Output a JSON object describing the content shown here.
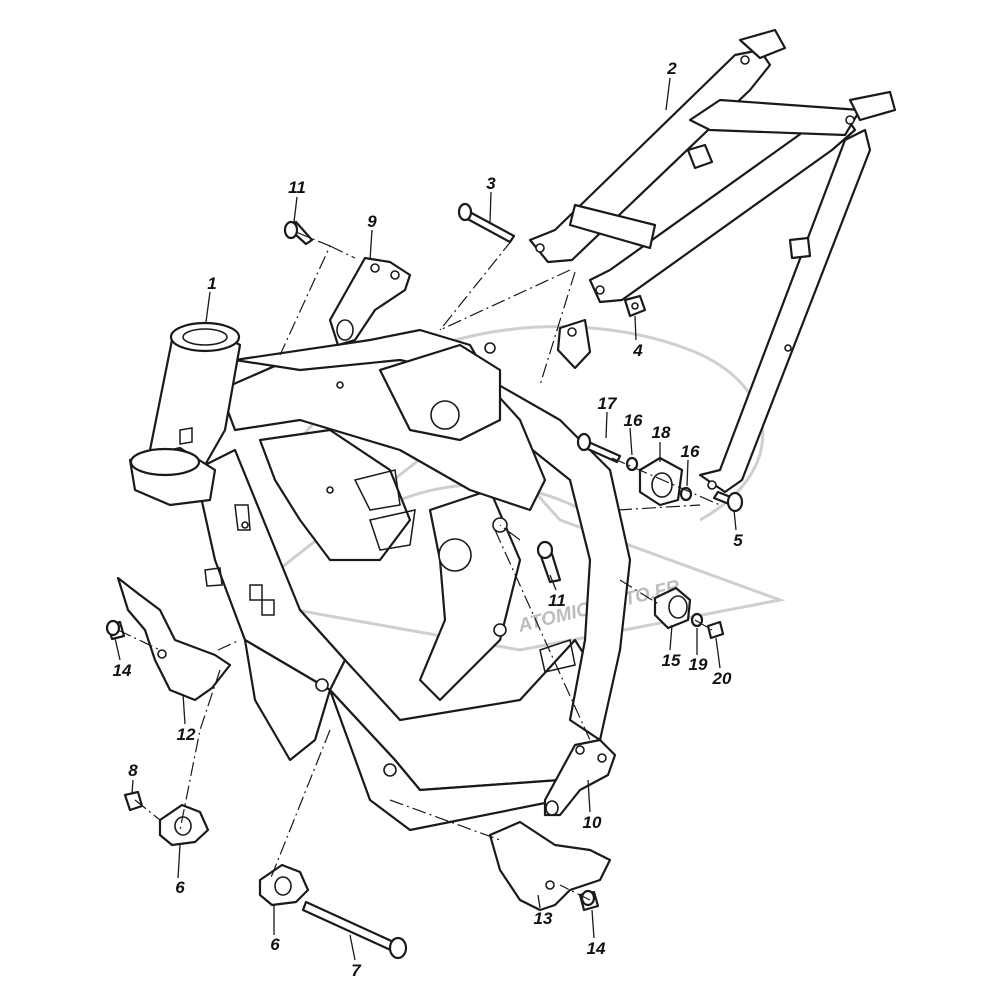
{
  "diagram": {
    "callouts": [
      {
        "id": "c1",
        "label": "1"
      },
      {
        "id": "c2",
        "label": "2"
      },
      {
        "id": "c3",
        "label": "3"
      },
      {
        "id": "c4",
        "label": "4"
      },
      {
        "id": "c5",
        "label": "5"
      },
      {
        "id": "c6a",
        "label": "6"
      },
      {
        "id": "c6b",
        "label": "6"
      },
      {
        "id": "c7",
        "label": "7"
      },
      {
        "id": "c8",
        "label": "8"
      },
      {
        "id": "c9",
        "label": "9"
      },
      {
        "id": "c10",
        "label": "10"
      },
      {
        "id": "c11a",
        "label": "11"
      },
      {
        "id": "c11b",
        "label": "11"
      },
      {
        "id": "c12",
        "label": "12"
      },
      {
        "id": "c13",
        "label": "13"
      },
      {
        "id": "c14a",
        "label": "14"
      },
      {
        "id": "c14b",
        "label": "14"
      },
      {
        "id": "c15",
        "label": "15"
      },
      {
        "id": "c16a",
        "label": "16"
      },
      {
        "id": "c16b",
        "label": "16"
      },
      {
        "id": "c17",
        "label": "17"
      },
      {
        "id": "c18",
        "label": "18"
      },
      {
        "id": "c19",
        "label": "19"
      },
      {
        "id": "c20",
        "label": "20"
      }
    ]
  },
  "watermark": {
    "text": "ATOMIC MOTO.FR"
  }
}
